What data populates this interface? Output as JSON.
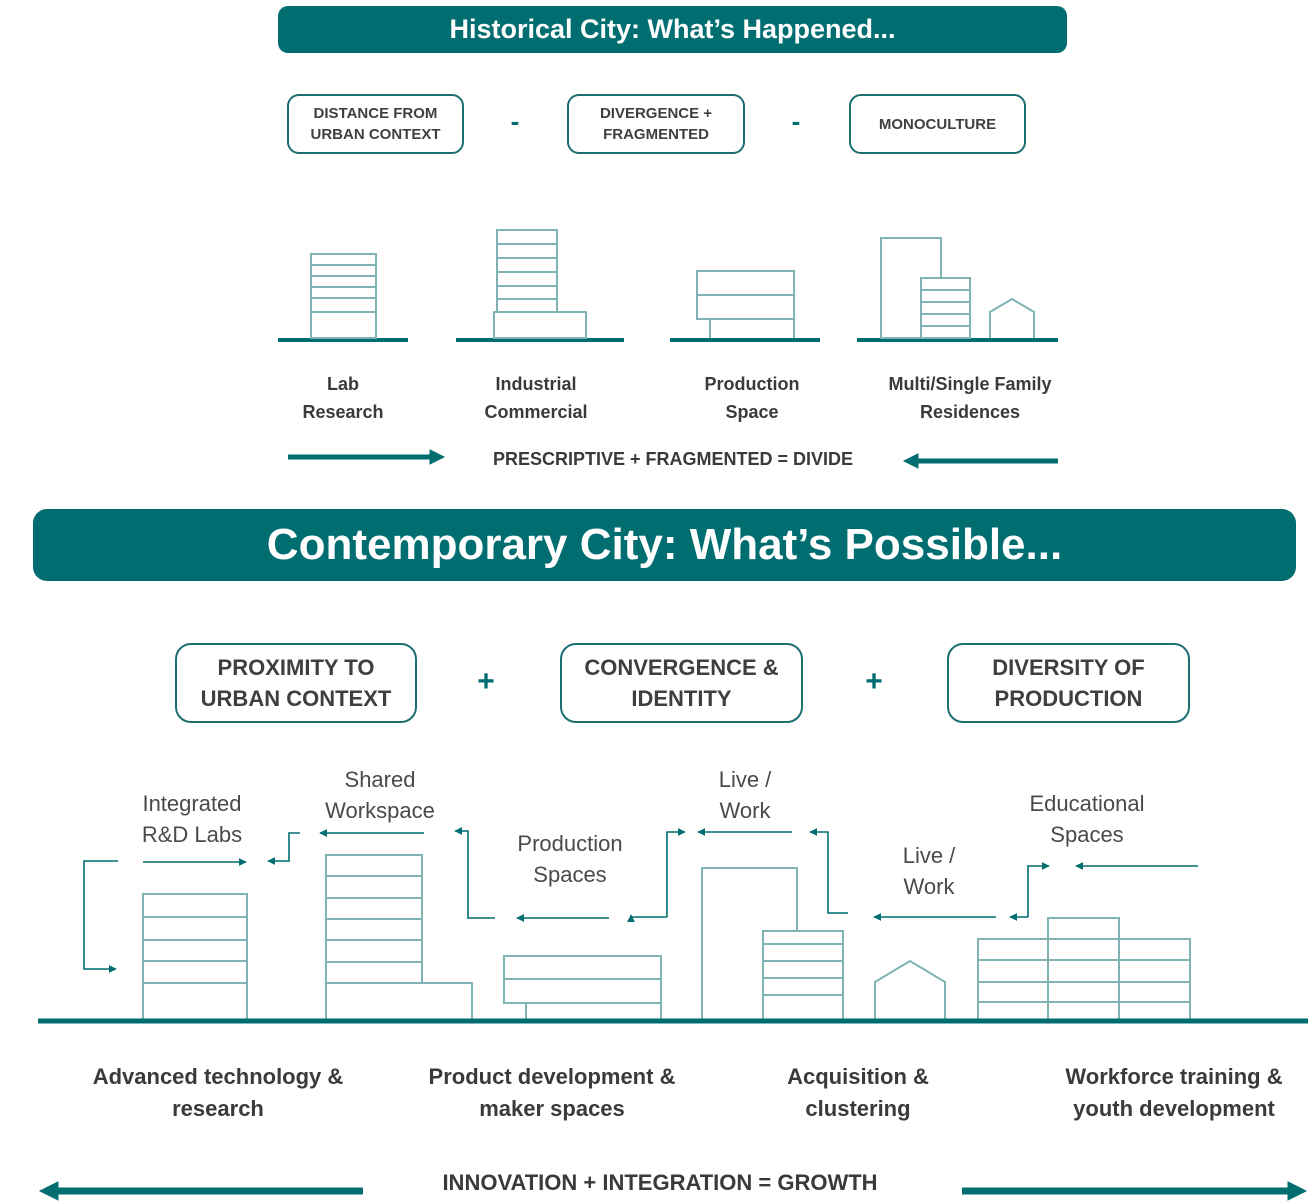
{
  "historical": {
    "title": "Historical City: What’s Happened...",
    "concepts": [
      "DISTANCE FROM\nURBAN CONTEXT",
      "DIVERGENCE +\nFRAGMENTED",
      "MONOCULTURE"
    ],
    "operators": [
      "-",
      "-"
    ],
    "buildings": [
      "Lab\nResearch",
      "Industrial\nCommercial",
      "Production\nSpace",
      "Multi/Single Family\nResidences"
    ],
    "equation": "PRESCRIPTIVE + FRAGMENTED = DIVIDE"
  },
  "contemporary": {
    "title": "Contemporary City: What’s Possible...",
    "concepts": [
      "PROXIMITY TO\nURBAN CONTEXT",
      "CONVERGENCE &\nIDENTITY",
      "DIVERSITY OF\nPRODUCTION"
    ],
    "operators": [
      "+",
      "+"
    ],
    "spaces": [
      "Integrated\nR&D Labs",
      "Shared\nWorkspace",
      "Production\nSpaces",
      "Live /\nWork",
      "Live /\nWork",
      "Educational\nSpaces"
    ],
    "outcomes": [
      "Advanced technology &\nresearch",
      "Product development &\nmaker spaces",
      "Acquisition &\nclustering",
      "Workforce training &\nyouth development"
    ],
    "equation": "INNOVATION + INTEGRATION = GROWTH"
  },
  "colors": {
    "teal": "#006d70",
    "line": "#7fb3b4",
    "text": "#3d3d3d"
  }
}
